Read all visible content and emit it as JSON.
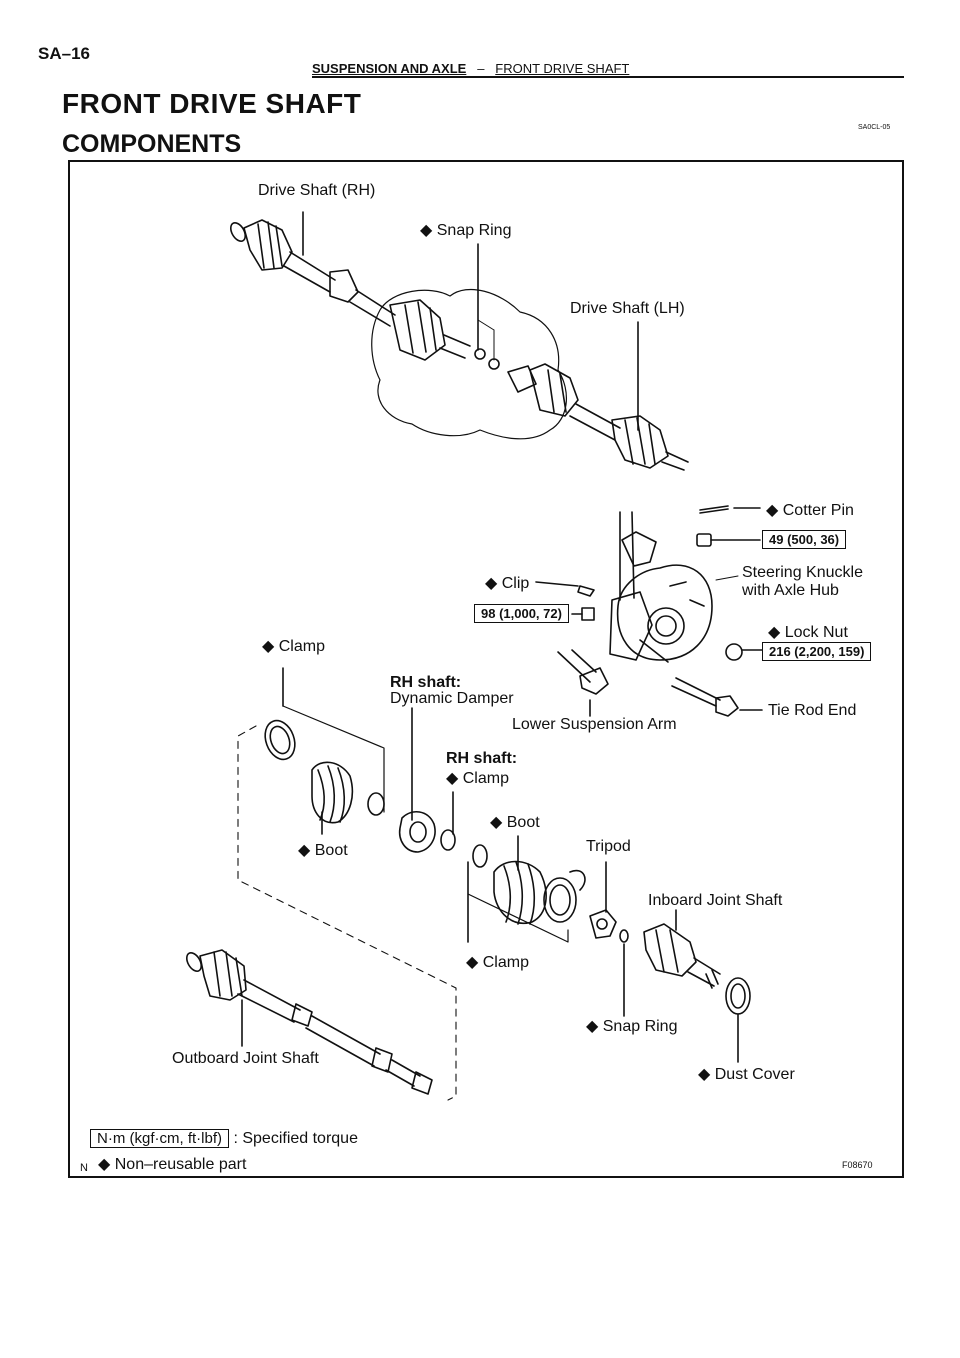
{
  "page": {
    "page_number": "SA–16",
    "section": "SUSPENSION AND AXLE",
    "section_sep": "–",
    "subsection": "FRONT DRIVE SHAFT",
    "title": "FRONT DRIVE SHAFT",
    "subtitle": "COMPONENTS",
    "doc_id": "SA0CL-05",
    "figure_id": "F08670",
    "corner_mark": "N"
  },
  "labels": {
    "drive_shaft_rh": "Drive Shaft (RH)",
    "snap_ring_top": "◆ Snap Ring",
    "drive_shaft_lh": "Drive Shaft (LH)",
    "cotter_pin": "◆ Cotter Pin",
    "steering_knuckle_1": "Steering Knuckle",
    "steering_knuckle_2": "with Axle Hub",
    "clip": "◆ Clip",
    "lock_nut": "◆ Lock Nut",
    "clamp_left": "◆ Clamp",
    "rh_shaft_1": "RH shaft:",
    "dynamic_damper": "Dynamic Damper",
    "tie_rod_end": "Tie Rod End",
    "lower_suspension_arm": "Lower Suspension Arm",
    "rh_shaft_2": "RH shaft:",
    "clamp_rh": "◆ Clamp",
    "boot_right": "◆ Boot",
    "boot_left": "◆ Boot",
    "tripod": "Tripod",
    "inboard_joint_shaft": "Inboard Joint Shaft",
    "clamp_bottom": "◆ Clamp",
    "snap_ring_bottom": "◆ Snap Ring",
    "outboard_joint_shaft": "Outboard Joint Shaft",
    "dust_cover": "◆ Dust Cover"
  },
  "torques": {
    "cotter_pin_nut": "49 (500, 36)",
    "clip_bolt": "98 (1,000, 72)",
    "lock_nut": "216 (2,200, 159)"
  },
  "legend": {
    "torque_unit": "N·m (kgf·cm, ft·lbf)",
    "torque_desc": ": Specified torque",
    "non_reusable": "◆ Non–reusable part"
  },
  "colors": {
    "ink": "#111111",
    "paper": "#ffffff"
  }
}
